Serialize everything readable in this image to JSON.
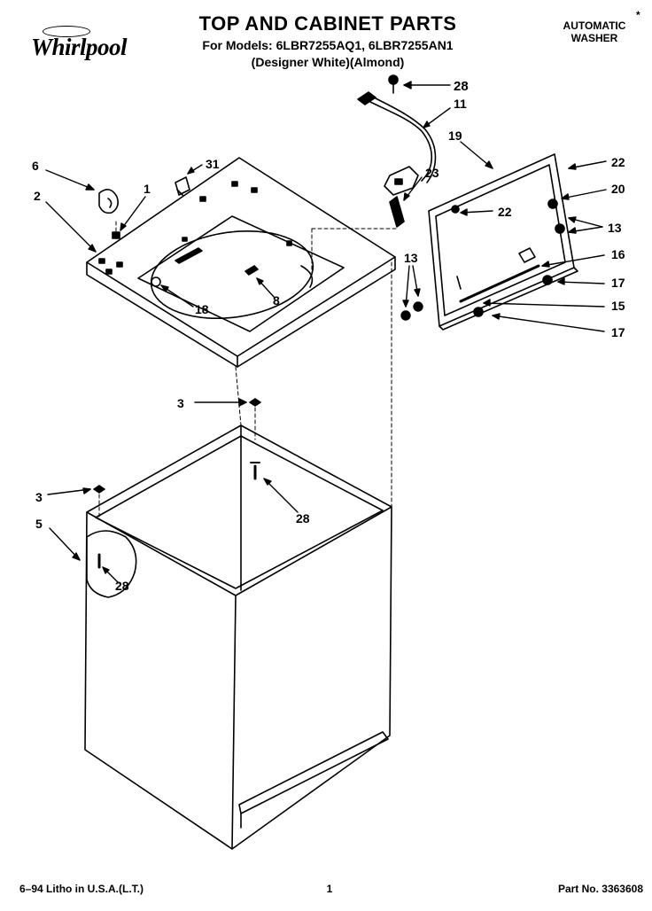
{
  "brand": {
    "name": "Whirlpool"
  },
  "header": {
    "title": "TOP AND CABINET PARTS",
    "models": "For Models: 6LBR7255AQ1, 6LBR7255AN1",
    "variants": "(Designer White)(Almond)",
    "appliance_type_line1": "AUTOMATIC",
    "appliance_type_line2": "WASHER",
    "corner_mark": "*"
  },
  "callouts": [
    {
      "id": "c6",
      "label": "6"
    },
    {
      "id": "c2",
      "label": "2"
    },
    {
      "id": "c1",
      "label": "1"
    },
    {
      "id": "c31",
      "label": "31"
    },
    {
      "id": "c28a",
      "label": "28"
    },
    {
      "id": "c11",
      "label": "11"
    },
    {
      "id": "c19",
      "label": "19"
    },
    {
      "id": "c22a",
      "label": "22"
    },
    {
      "id": "c20",
      "label": "20"
    },
    {
      "id": "c23",
      "label": "23"
    },
    {
      "id": "c22b",
      "label": "22"
    },
    {
      "id": "c13a",
      "label": "13"
    },
    {
      "id": "c16",
      "label": "16"
    },
    {
      "id": "c13b",
      "label": "13"
    },
    {
      "id": "c17a",
      "label": "17"
    },
    {
      "id": "c15",
      "label": "15"
    },
    {
      "id": "c17b",
      "label": "17"
    },
    {
      "id": "c18",
      "label": "18"
    },
    {
      "id": "c8",
      "label": "8"
    },
    {
      "id": "c3a",
      "label": "3"
    },
    {
      "id": "c28b",
      "label": "28"
    },
    {
      "id": "c3b",
      "label": "3"
    },
    {
      "id": "c5",
      "label": "5"
    },
    {
      "id": "c28c",
      "label": "28"
    }
  ],
  "footer": {
    "litho": "6–94 Litho in U.S.A.(L.T.)",
    "page": "1",
    "part_no": "Part No. 3363608"
  }
}
